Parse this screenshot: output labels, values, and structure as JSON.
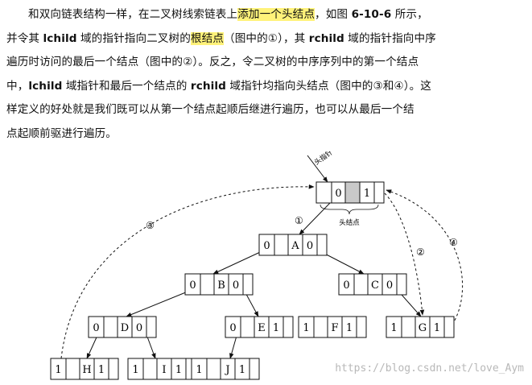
{
  "paragraph": {
    "l1a": "和双向链表结构一样，在二叉树线索链表上",
    "l1b": "添加一个头结点",
    "l1c": "，如图 ",
    "l1d": "6-10-6",
    "l1e": " 所示，",
    "l2a": "并令其 ",
    "l2b": "lchild",
    "l2c": " 域的指针指向二叉树的",
    "l2d": "根结点",
    "l2e": "（图中的①），其 ",
    "l2f": "rchild",
    "l2g": " 域的指针指向中序",
    "l3": "遍历时访问的最后一个结点（图中的②）。反之，令二叉树的中序序列中的第一个结点",
    "l4a": "中，",
    "l4b": "lchild",
    "l4c": " 域指针和最后一个结点的 ",
    "l4d": "rchild",
    "l4e": " 域指针均指向头结点（图中的③和④）。这",
    "l5": "样定义的好处就是我们既可以从第一个结点起顺后继进行遍历，也可以从最后一个结",
    "l6": "点起顺前驱进行遍历。"
  },
  "figure": {
    "head_pointer_label": "头指针",
    "head_node_label": "头结点",
    "head": {
      "ltag": "0",
      "data": "",
      "rtag": "1"
    },
    "nodes": {
      "A": {
        "ltag": "0",
        "data": "A",
        "rtag": "0"
      },
      "B": {
        "ltag": "0",
        "data": "B",
        "rtag": "0"
      },
      "C": {
        "ltag": "0",
        "data": "C",
        "rtag": "0"
      },
      "D": {
        "ltag": "0",
        "data": "D",
        "rtag": "0"
      },
      "E": {
        "ltag": "0",
        "data": "E",
        "rtag": "1"
      },
      "F": {
        "ltag": "1",
        "data": "F",
        "rtag": "1"
      },
      "G": {
        "ltag": "1",
        "data": "G",
        "rtag": "1"
      },
      "H": {
        "ltag": "1",
        "data": "H",
        "rtag": "1"
      },
      "I": {
        "ltag": "1",
        "data": "I",
        "rtag": "1"
      },
      "J": {
        "ltag": "1",
        "data": "J",
        "rtag": "1"
      }
    },
    "markers": {
      "m1": "①",
      "m2": "②",
      "m3": "③",
      "m4": "④"
    }
  },
  "watermark": "https://blog.csdn.net/love_Aym"
}
